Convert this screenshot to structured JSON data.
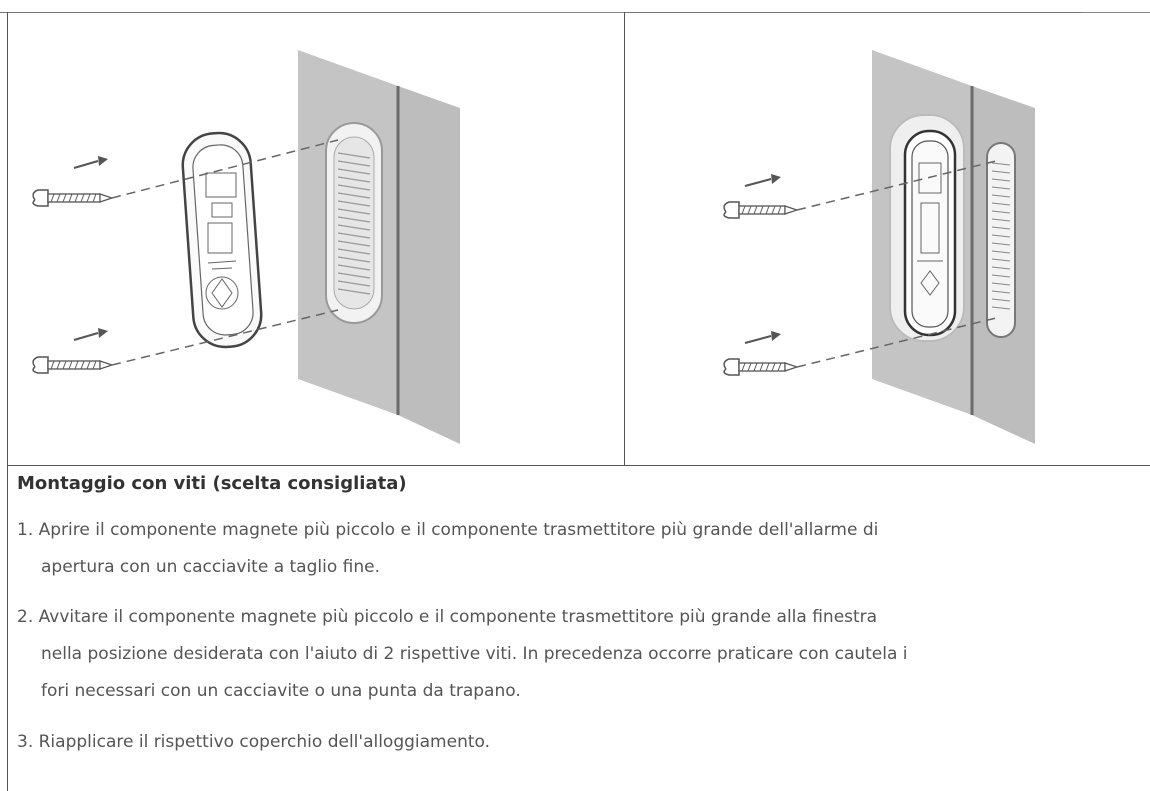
{
  "section": {
    "title": "Montaggio con viti (scelta consigliata)"
  },
  "steps": [
    {
      "lines": [
        "1. Aprire il componente magnete più piccolo e il componente trasmettitore più grande dell'allarme di",
        "apertura con un cacciavite a taglio fine."
      ]
    },
    {
      "lines": [
        "2. Avvitare il componente magnete più piccolo e il componente trasmettitore più grande alla finestra",
        "nella posizione desiderata con l'aiuto di 2 rispettive viti. In precedenza occorre praticare con cautela i",
        "fori necessari con un cacciavite o una punta da trapano."
      ]
    },
    {
      "lines": [
        "3. Riapplicare il rispettivo coperchio dell'alloggiamento."
      ]
    }
  ],
  "colors": {
    "wall": "#bfbfbf",
    "outline": "#555555",
    "text": "#555555",
    "title": "#333333"
  }
}
